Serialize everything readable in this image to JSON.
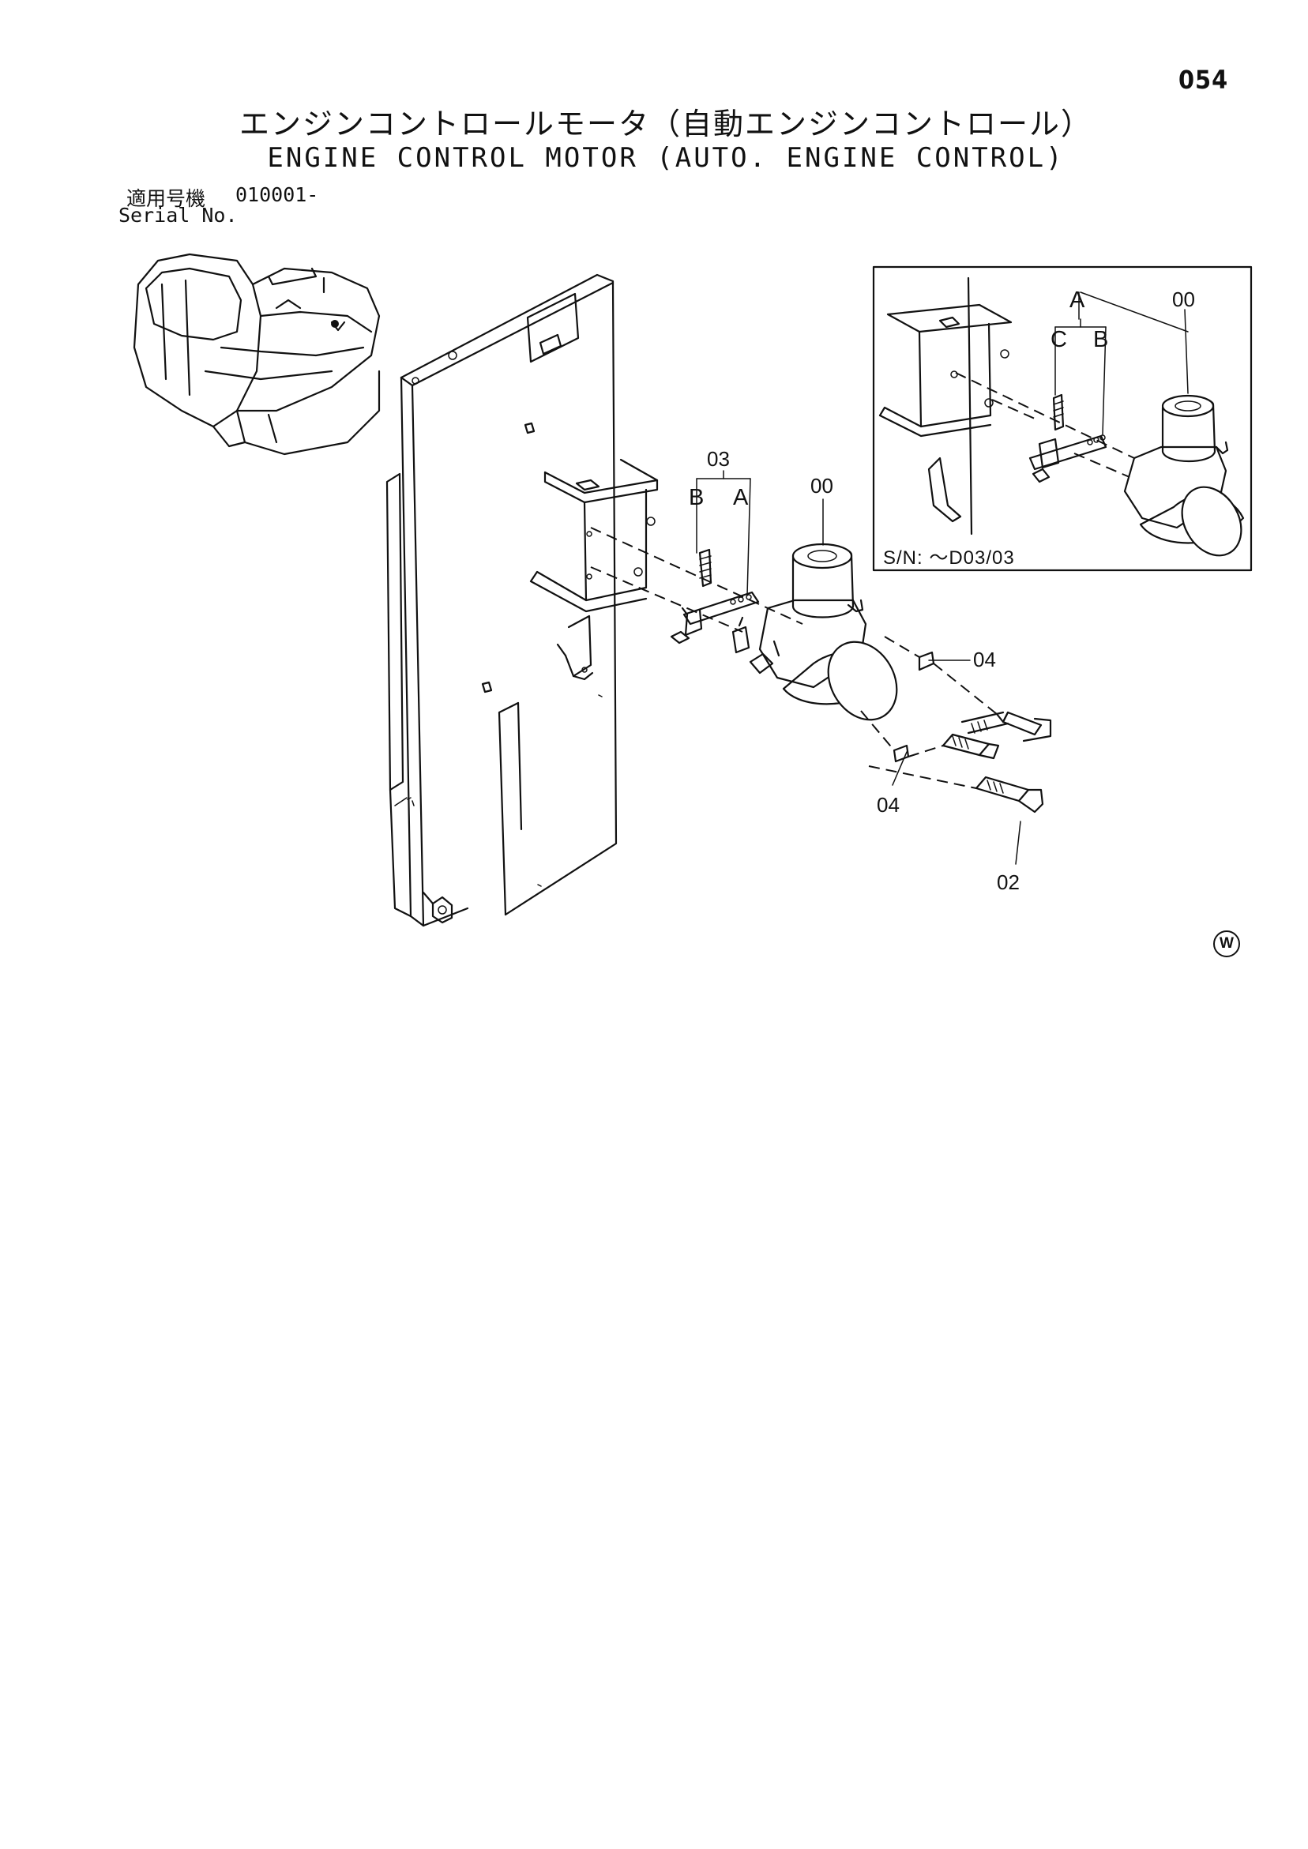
{
  "page": {
    "number": "054",
    "title_jp": "エンジンコントロールモータ（自動エンジンコントロール）",
    "title_en": "ENGINE CONTROL MOTOR (AUTO. ENGINE CONTROL)"
  },
  "applicability": {
    "label_jp": "適用号機",
    "serial_code": "010001-",
    "label_en": "Serial No."
  },
  "callouts": {
    "main_motor": "00",
    "bracket_set": "03",
    "bracket_b": "B",
    "bracket_a": "A",
    "clip_upper": "04",
    "clip_lower": "04",
    "bolt": "02"
  },
  "inset": {
    "motor": "00",
    "assembly_a": "A",
    "part_c": "C",
    "part_b": "B",
    "serial_note": "S/N: ～D03/03"
  },
  "watermark": "W"
}
